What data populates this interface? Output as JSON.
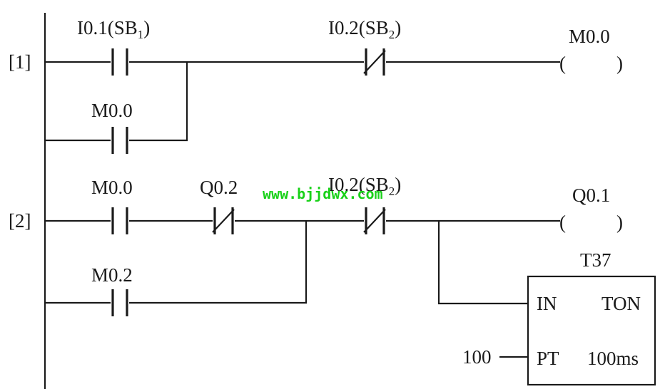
{
  "rung1": {
    "number": "[1]",
    "contact_i01": {
      "label": "I0.1(SB",
      "sub": "1",
      "close": ")"
    },
    "contact_i02": {
      "label": "I0.2(SB",
      "sub": "2",
      "close": ")"
    },
    "contact_m00": {
      "label": "M0.0"
    },
    "coil": {
      "label": "M0.0",
      "open": "(",
      "close": ")"
    }
  },
  "rung2": {
    "number": "[2]",
    "contact_m00": {
      "label": "M0.0"
    },
    "contact_q02": {
      "label": "Q0.2"
    },
    "contact_i02": {
      "label": "I0.2(SB",
      "sub": "2",
      "close": ")"
    },
    "contact_m02": {
      "label": "M0.2"
    },
    "coil": {
      "label": "Q0.1",
      "open": "(",
      "close": ")"
    },
    "timer": {
      "name": "T37",
      "in_label": "IN",
      "type_label": "TON",
      "pt_label": "PT",
      "base_label": "100ms",
      "preset": "100"
    }
  },
  "watermark": "www.bjjdwx.com"
}
